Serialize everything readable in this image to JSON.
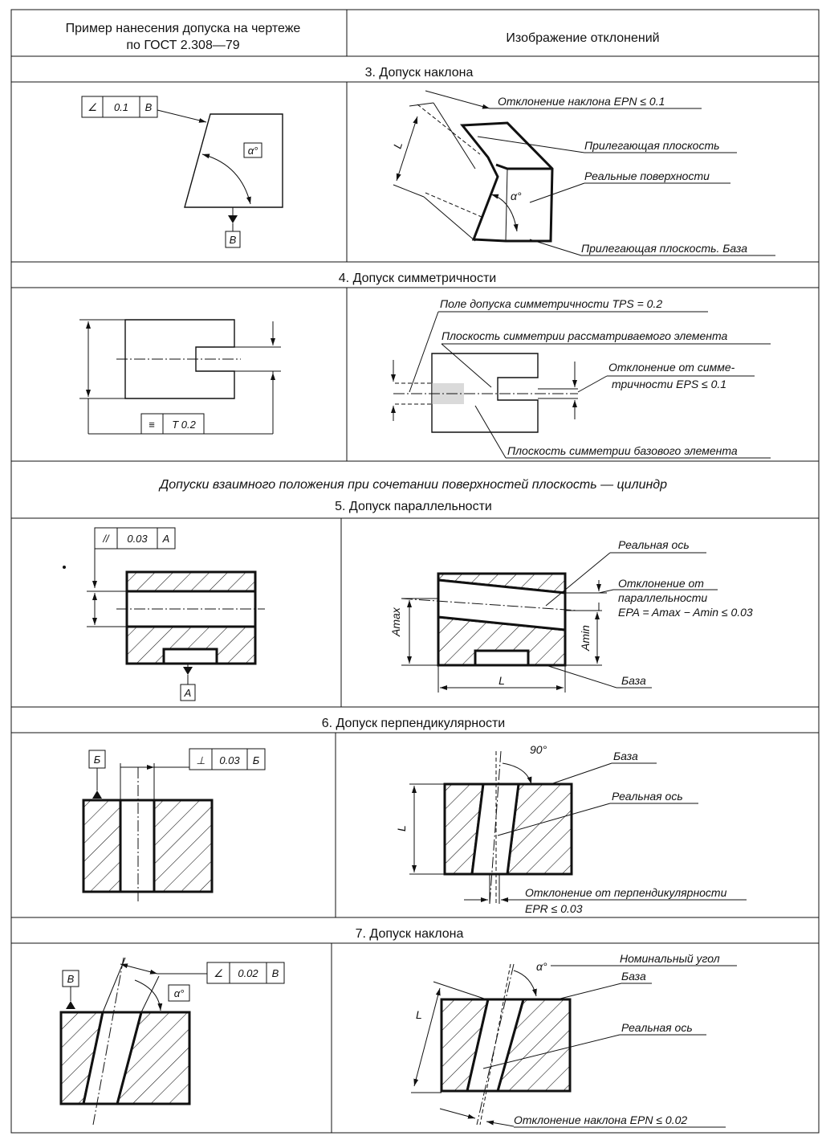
{
  "header": {
    "left_line1": "Пример нанесения допуска на чертеже",
    "left_line2": "по ГОСТ 2.308—79",
    "right": "Изображение отклонений"
  },
  "sections": {
    "s3": {
      "title": "3. Допуск наклона",
      "frame": {
        "symbol": "∠",
        "value": "0.1",
        "datum": "В"
      },
      "angle": "α°",
      "datum_label": "В",
      "length_label": "L",
      "labels": [
        "Отклонение наклона EPN ≤ 0.1",
        "Прилегающая плоскость",
        "Реальные поверхности",
        "Прилегающая плоскость. База"
      ]
    },
    "s4": {
      "title": "4. Допуск симметричности",
      "frame": {
        "symbol": "≡",
        "value": "T 0.2"
      },
      "labels": [
        "Поле допуска симметричности TPS = 0.2",
        "Плоскость симметрии рассматриваемого элемента",
        "Отклонение от симме-",
        "тричности EPS ≤ 0.1",
        "Плоскость симметрии базового элемента"
      ]
    },
    "group_title": "Допуски взаимного положения при сочетании поверхностей плоскость — цилиндр",
    "s5": {
      "title": "5. Допуск параллельности",
      "frame": {
        "symbol": "//",
        "value": "0.03",
        "datum": "А"
      },
      "datum_label": "А",
      "labels": [
        "Реальная ось",
        "Отклонение от",
        "параллельности",
        "EPA = Amax − Amin ≤ 0.03",
        "База"
      ],
      "dim_max": "Amax",
      "dim_min": "Amin",
      "length_label": "L"
    },
    "s6": {
      "title": "6. Допуск перпендикулярности",
      "frame": {
        "symbol": "⊥",
        "value": "0.03",
        "datum": "Б"
      },
      "datum_label": "Б",
      "angle": "90°",
      "length_label": "L",
      "labels": [
        "База",
        "Реальная ось",
        "Отклонение от перпендикулярности",
        "EPR ≤ 0.03"
      ]
    },
    "s7": {
      "title": "7. Допуск наклона",
      "frame": {
        "symbol": "∠",
        "value": "0.02",
        "datum": "В"
      },
      "datum_label": "В",
      "angle": "α°",
      "length_label": "L",
      "labels": [
        "Номинальный угол",
        "База",
        "Реальная ось",
        "Отклонение наклона EPN ≤ 0.02"
      ]
    }
  }
}
